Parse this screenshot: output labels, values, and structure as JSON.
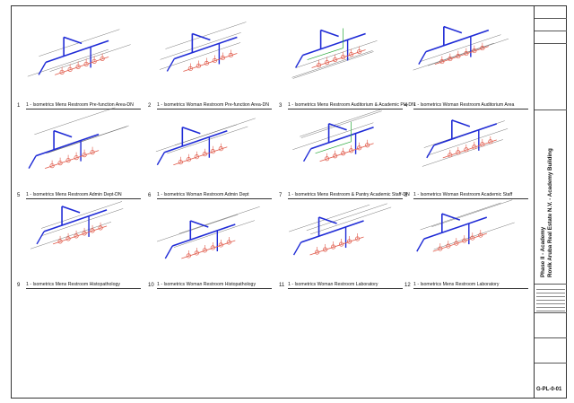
{
  "views": [
    {
      "num": "1",
      "caption": "1 - Isometrics Mens Restroom Pre-function Area-DN"
    },
    {
      "num": "2",
      "caption": "1 - Isometrics Woman Restroom Pre-function Area-DN"
    },
    {
      "num": "3",
      "caption": "1 - Isometrics Mens Restroom Auditorium & Academic PH-DN"
    },
    {
      "num": "4",
      "caption": "1 - Isometrics Woman Restroom Auditorium Area"
    },
    {
      "num": "5",
      "caption": "1 - Isometrics Mens Restroom Admin Dept-DN"
    },
    {
      "num": "6",
      "caption": "1 - Isometrics Woman Restroom Admin Dept"
    },
    {
      "num": "7",
      "caption": "1 - Isometrics Mens Restroom & Pantry Academic Staff-DN"
    },
    {
      "num": "8",
      "caption": "1 - Isometrics Woman Restroom Academic Staff"
    },
    {
      "num": "9",
      "caption": "1 - Isometrics Mens Restroom Histopathology"
    },
    {
      "num": "10",
      "caption": "1 - Isometrics Woman Restroom Histopathology"
    },
    {
      "num": "11",
      "caption": "1 - Isometrics Woman Restroom Laboratory"
    },
    {
      "num": "12",
      "caption": "1 - Isometrics Mens Restroom Laboratory"
    }
  ],
  "titleblock": {
    "phase": "Phase II - Academy",
    "project": "Rovik Aruba Real Estate N.V. - Academy Building",
    "sheet_number": "G-PL-0-01"
  },
  "colors": {
    "supply": "#1f2bd6",
    "drain": "#e05a4a",
    "vent": "#27a83a",
    "linework": "#555555"
  }
}
